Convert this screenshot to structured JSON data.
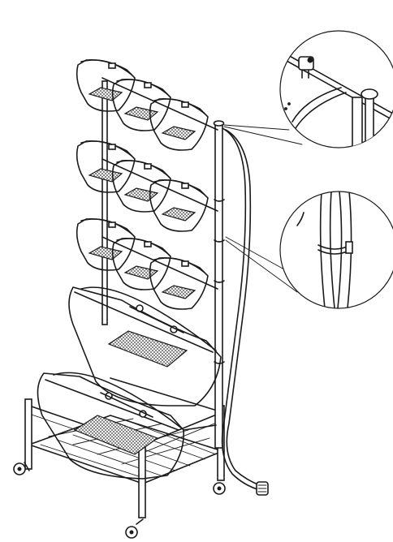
{
  "colors": {
    "ink": "#1a1a1a",
    "paper": "#ffffff"
  },
  "parts": {
    "frame": "rack-frame",
    "baskets_small": 9,
    "baskets_large": 2,
    "wheels": 4,
    "detail_views": 2
  },
  "icons": {
    "callout_top": "hose-clip-detail-icon",
    "callout_mid": "tie-detail-icon",
    "connector": "hose-connector-icon"
  }
}
